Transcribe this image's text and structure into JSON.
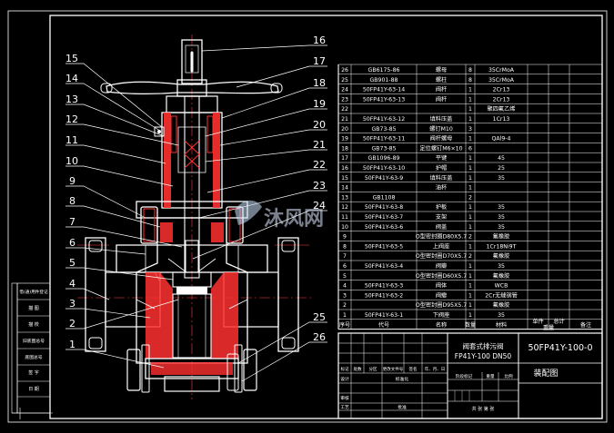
{
  "callouts_left": [
    "15",
    "14",
    "13",
    "12",
    "11",
    "10",
    "9",
    "8",
    "7",
    "6",
    "5",
    "4",
    "3",
    "2",
    "1"
  ],
  "callouts_right": [
    "16",
    "17",
    "18",
    "19",
    "20",
    "21",
    "22",
    "23",
    "24",
    "25",
    "26"
  ],
  "side_labels": [
    "借(通)用件登记",
    "描 图",
    "描 校",
    "旧底图总号",
    "底图总号",
    "签 字",
    "日 期"
  ],
  "watermark": "沐风网",
  "bom_rows": [
    {
      "n": "26",
      "code": "GB6175-86",
      "name": "螺母",
      "qty": "8",
      "mat": "35CrMoA",
      "note": ""
    },
    {
      "n": "25",
      "code": "GB901-88",
      "name": "螺柱",
      "qty": "8",
      "mat": "35CrMoA",
      "note": ""
    },
    {
      "n": "24",
      "code": "50FP41Y-63-14",
      "name": "阀杆",
      "qty": "1",
      "mat": "2Cr13",
      "note": ""
    },
    {
      "n": "23",
      "code": "50FP41Y-63-13",
      "name": "阀杆",
      "qty": "1",
      "mat": "2Cr13",
      "note": ""
    },
    {
      "n": "22",
      "code": "",
      "name": "",
      "qty": "1",
      "mat": "聚四氟乙烯",
      "note": ""
    },
    {
      "n": "21",
      "code": "50FP41Y-63-12",
      "name": "填料压盖",
      "qty": "1",
      "mat": "1Cr13",
      "note": ""
    },
    {
      "n": "20",
      "code": "GB73-85",
      "name": "螺钉M10",
      "qty": "3",
      "mat": "",
      "note": ""
    },
    {
      "n": "19",
      "code": "50FP41Y-63-11",
      "name": "阀杆螺母",
      "qty": "1",
      "mat": "QAl9-4",
      "note": ""
    },
    {
      "n": "18",
      "code": "GB73-85",
      "name": "定位螺钉M6×10",
      "qty": "6",
      "mat": "",
      "note": ""
    },
    {
      "n": "17",
      "code": "GB1096-89",
      "name": "平键",
      "qty": "1",
      "mat": "45",
      "note": ""
    },
    {
      "n": "16",
      "code": "50FP41Y-63-10",
      "name": "护帽",
      "qty": "1",
      "mat": "25",
      "note": ""
    },
    {
      "n": "15",
      "code": "50FP41Y-63-9",
      "name": "填料压盖",
      "qty": "1",
      "mat": "35",
      "note": ""
    },
    {
      "n": "14",
      "code": "",
      "name": "油杯",
      "qty": "1",
      "mat": "",
      "note": ""
    },
    {
      "n": "13",
      "code": "GB1108",
      "name": "",
      "qty": "2",
      "mat": "",
      "note": ""
    },
    {
      "n": "12",
      "code": "50FP41Y-63-8",
      "name": "护板",
      "qty": "1",
      "mat": "35",
      "note": ""
    },
    {
      "n": "11",
      "code": "50FP41Y-63-7",
      "name": "支架",
      "qty": "1",
      "mat": "35",
      "note": ""
    },
    {
      "n": "10",
      "code": "50FP41Y-63-6",
      "name": "阀盖",
      "qty": "1",
      "mat": "35",
      "note": ""
    },
    {
      "n": "9",
      "code": "",
      "name": "O型密封圈D80X5.7",
      "qty": "2",
      "mat": "氟橡胶",
      "note": ""
    },
    {
      "n": "8",
      "code": "50FP41Y-63-5",
      "name": "上阀座",
      "qty": "1",
      "mat": "1Cr18Ni9T",
      "note": ""
    },
    {
      "n": "7",
      "code": "",
      "name": "O型密封圈D70X5.7",
      "qty": "2",
      "mat": "氟橡胶",
      "note": ""
    },
    {
      "n": "6",
      "code": "50FP41Y-63-4",
      "name": "阀瓣",
      "qty": "1",
      "mat": "35",
      "note": ""
    },
    {
      "n": "5",
      "code": "",
      "name": "O型密封圈D60X5.7",
      "qty": "1",
      "mat": "氟橡胶",
      "note": ""
    },
    {
      "n": "4",
      "code": "50FP41Y-63-3",
      "name": "阀体",
      "qty": "1",
      "mat": "WCB",
      "note": ""
    },
    {
      "n": "3",
      "code": "50FP41Y-63-2",
      "name": "阀瓣",
      "qty": "1",
      "mat": "2Cr无缝钢管",
      "note": ""
    },
    {
      "n": "2",
      "code": "",
      "name": "O型密封圈D95X5.7",
      "qty": "1",
      "mat": "氟橡胶",
      "note": ""
    },
    {
      "n": "1",
      "code": "50FP41Y-63-1",
      "name": "下阀座",
      "qty": "1",
      "mat": "35",
      "note": ""
    }
  ],
  "bom_header": {
    "n": "序号",
    "code": "代号",
    "name": "名称",
    "qty": "数量",
    "mat": "材料",
    "unit_wt": "单件",
    "total_wt": "总计",
    "weight": "重量",
    "note": "备注"
  },
  "title_block": {
    "title_line1": "阀套式排污阀",
    "title_line2": "FP41Y-100 DN50",
    "drawing_no": "50FP41Y-100-0",
    "drawing_type": "装配图",
    "rev_labels": [
      "标记",
      "处数",
      "分区",
      "更改文件号",
      "签名",
      "年、月、日"
    ],
    "role_labels": [
      "设计",
      "标准化",
      "审核",
      "工艺",
      "批准"
    ],
    "stage_labels": [
      "阶段标记",
      "重量",
      "比例"
    ],
    "sheet_label": "共 张 第 张"
  }
}
